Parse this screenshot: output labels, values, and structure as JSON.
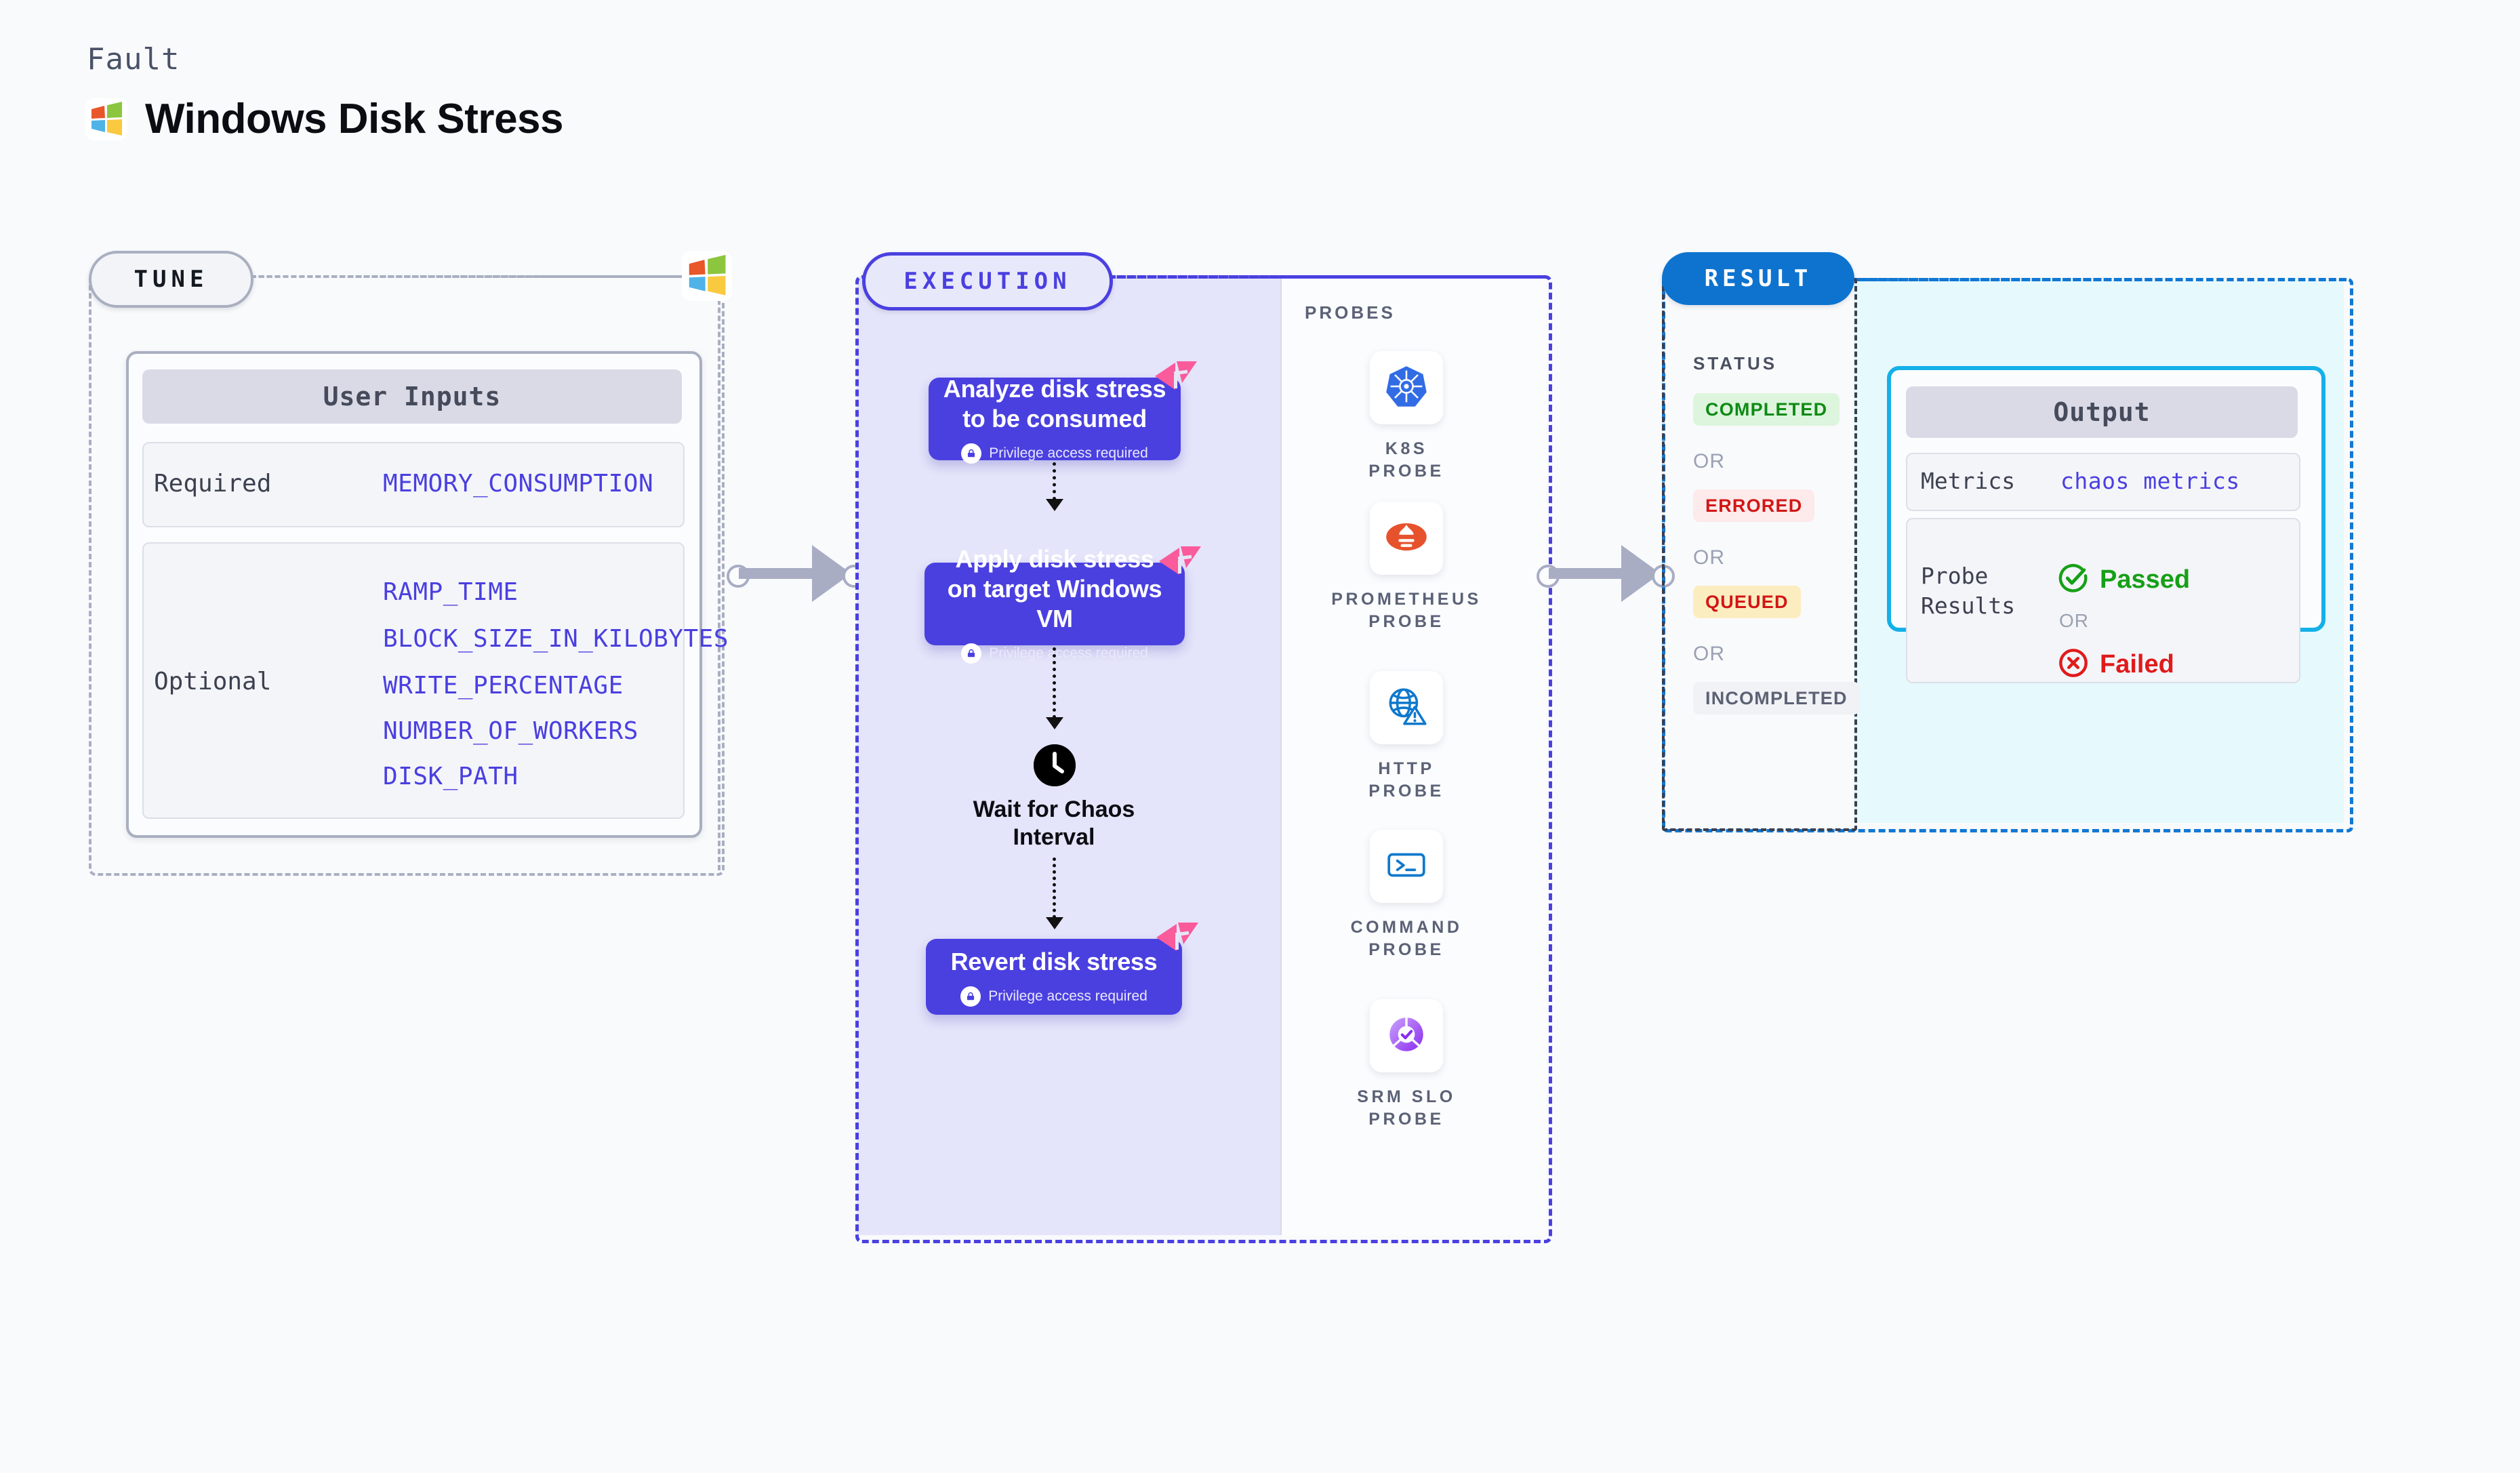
{
  "header": {
    "kicker": "Fault",
    "title": "Windows Disk Stress",
    "logo_icon": "windows-logo-icon"
  },
  "tune": {
    "pill_label": "TUNE",
    "logo_icon": "windows-logo-icon",
    "card_title": "User Inputs",
    "required": {
      "label": "Required",
      "values": [
        "MEMORY_CONSUMPTION"
      ]
    },
    "optional": {
      "label": "Optional",
      "values": [
        "RAMP_TIME",
        "BLOCK_SIZE_IN_KILOBYTES",
        "WRITE_PERCENTAGE",
        "NUMBER_OF_WORKERS",
        "DISK_PATH"
      ]
    }
  },
  "execution": {
    "pill_label": "EXECUTION",
    "privilege_note": "Privilege access required",
    "privilege_icon": "lock-icon",
    "corner_icon": "litmus-ribbon-icon",
    "nodes": [
      {
        "title": "Analyze disk stress to be consumed",
        "privileged": true
      },
      {
        "title": "Apply disk stress on target Windows VM",
        "privileged": true
      },
      {
        "title": "Revert disk stress",
        "privileged": true
      }
    ],
    "wait": {
      "icon": "clock-icon",
      "label_line1": "Wait for Chaos",
      "label_line2": "Interval"
    },
    "probes": {
      "title": "PROBES",
      "items": [
        {
          "name_line1": "K8S",
          "name_line2": "PROBE",
          "icon": "kubernetes-icon"
        },
        {
          "name_line1": "PROMETHEUS",
          "name_line2": "PROBE",
          "icon": "prometheus-icon"
        },
        {
          "name_line1": "HTTP",
          "name_line2": "PROBE",
          "icon": "http-globe-icon"
        },
        {
          "name_line1": "COMMAND",
          "name_line2": "PROBE",
          "icon": "terminal-icon"
        },
        {
          "name_line1": "SRM SLO",
          "name_line2": "PROBE",
          "icon": "srm-slo-icon"
        }
      ]
    }
  },
  "result": {
    "pill_label": "RESULT",
    "status_title": "STATUS",
    "or_word": "OR",
    "statuses": [
      {
        "label": "COMPLETED",
        "bg": "#ddf5dd",
        "fg": "#0f8a15"
      },
      {
        "label": "ERRORED",
        "bg": "#fdeaea",
        "fg": "#d21616"
      },
      {
        "label": "QUEUED",
        "bg": "#fcedc0",
        "fg": "#d21616"
      },
      {
        "label": "INCOMPLETED",
        "bg": "#f1f2f6",
        "fg": "#5c6274"
      }
    ],
    "output": {
      "card_title": "Output",
      "metrics_label": "Metrics",
      "metrics_value": "chaos metrics",
      "probe_results_label_line1": "Probe",
      "probe_results_label_line2": "Results",
      "passed_label": "Passed",
      "passed_icon": "check-circle-icon",
      "failed_label": "Failed",
      "failed_icon": "x-circle-icon",
      "or_word": "OR"
    }
  },
  "colors": {
    "page_bg": "#f9fafc",
    "execution_accent": "#4a40e0",
    "execution_panel_bg": "#e4e4fa",
    "result_accent": "#0d73cf",
    "output_accent": "#14b0e8",
    "output_panel_bg": "#e6f9fd",
    "tune_accent": "#a9afc0",
    "mono_value": "#4a3fe0",
    "ribbon_pink": "#fa5b9a",
    "passed_green": "#16a016",
    "failed_red": "#e01b1b"
  }
}
